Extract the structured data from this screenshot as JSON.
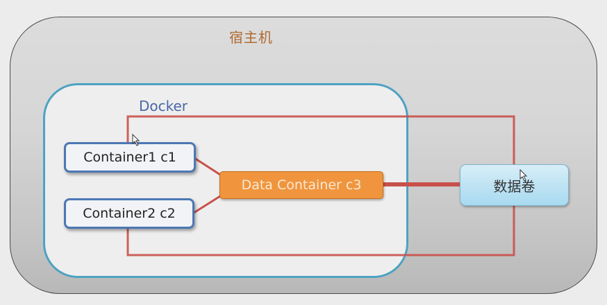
{
  "diagram": {
    "host": {
      "label": "宿主机"
    },
    "docker": {
      "label": "Docker"
    },
    "containers": [
      {
        "label": "Container1 c1"
      },
      {
        "label": "Container2 c2"
      }
    ],
    "data_container": {
      "label": "Data Container c3"
    },
    "volume": {
      "label": "数据卷"
    },
    "colors": {
      "host_label": "#b06a30",
      "docker_border": "#4ea2c2",
      "docker_label": "#4a68a6",
      "container_border": "#4c77b4",
      "data_container_fill": "#f0953d",
      "volume_fill": "#bfe3f3",
      "connector": "#c8504a"
    },
    "connections": [
      {
        "from": "Container1 c1",
        "to": "Data Container c3"
      },
      {
        "from": "Container2 c2",
        "to": "Data Container c3"
      },
      {
        "from": "Data Container c3",
        "to": "数据卷"
      },
      {
        "from": "Container1 c1",
        "to": "数据卷"
      },
      {
        "from": "Container2 c2",
        "to": "数据卷"
      }
    ]
  }
}
